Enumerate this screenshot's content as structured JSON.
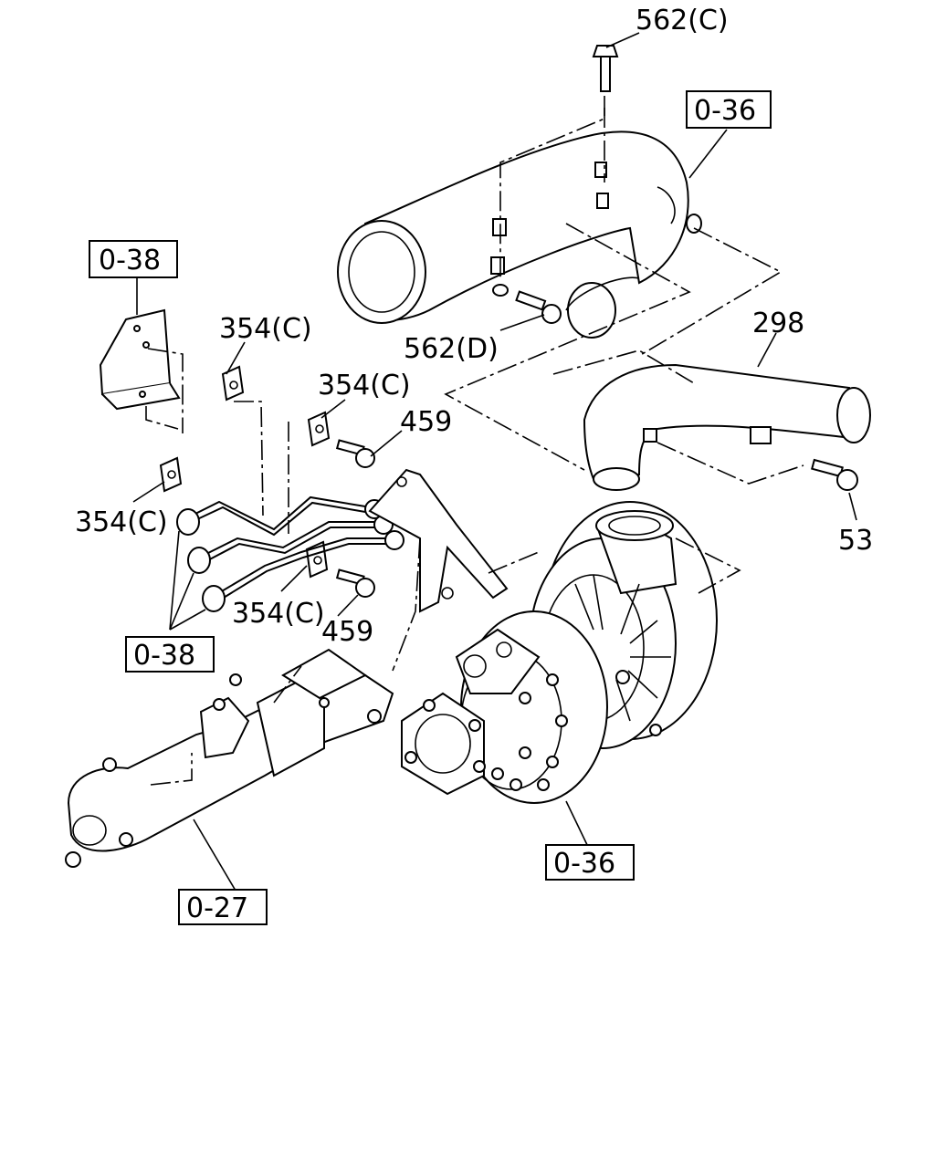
{
  "callouts": {
    "c562c": "562(C)",
    "c562d": "562(D)",
    "c298": "298",
    "c53": "53",
    "c354a": "354(C)",
    "c354b": "354(C)",
    "c354c": "354(C)",
    "c354d": "354(C)",
    "c459a": "459",
    "c459b": "459"
  },
  "refs": {
    "r036_top": "0-36",
    "r038_top": "0-38",
    "r038_bot": "0-38",
    "r036_bot": "0-36",
    "r027": "0-27"
  }
}
